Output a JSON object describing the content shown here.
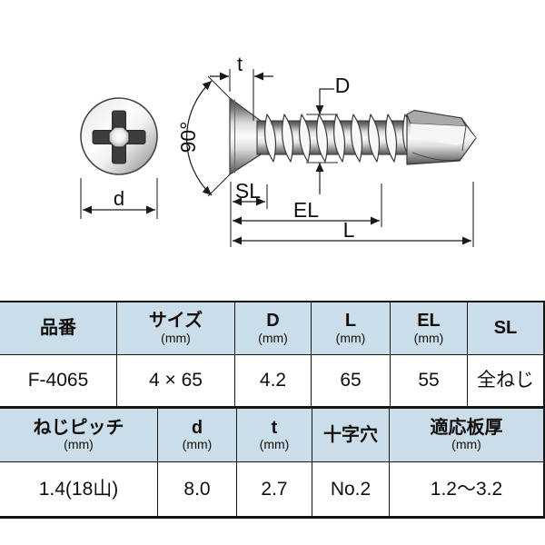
{
  "diagram": {
    "labels": {
      "t": "t",
      "angle": "90°",
      "D": "D",
      "d": "d",
      "SL": "SL",
      "EL": "EL",
      "L": "L"
    }
  },
  "table": {
    "top": {
      "headers": [
        {
          "main": "品番",
          "sub": ""
        },
        {
          "main": "サイズ",
          "sub": "(mm)"
        },
        {
          "main": "D",
          "sub": "(mm)"
        },
        {
          "main": "L",
          "sub": "(mm)"
        },
        {
          "main": "EL",
          "sub": "(mm)"
        },
        {
          "main": "SL",
          "sub": ""
        }
      ],
      "values": [
        "F-4065",
        "4 × 65",
        "4.2",
        "65",
        "55",
        "全ねじ"
      ]
    },
    "bottom": {
      "headers": [
        {
          "main": "ねじピッチ",
          "sub": "(mm)"
        },
        {
          "main": "d",
          "sub": "(mm)"
        },
        {
          "main": "t",
          "sub": "(mm)"
        },
        {
          "main": "十字穴",
          "sub": ""
        },
        {
          "main": "適応板厚",
          "sub": "(mm)"
        }
      ],
      "values": [
        "1.4(18山)",
        "8.0",
        "2.7",
        "No.2",
        "1.2～3.2"
      ]
    }
  },
  "colors": {
    "table_header_bg": "#cbdde9",
    "table_border": "#141414",
    "dimension_line": "#1a1a1a"
  }
}
